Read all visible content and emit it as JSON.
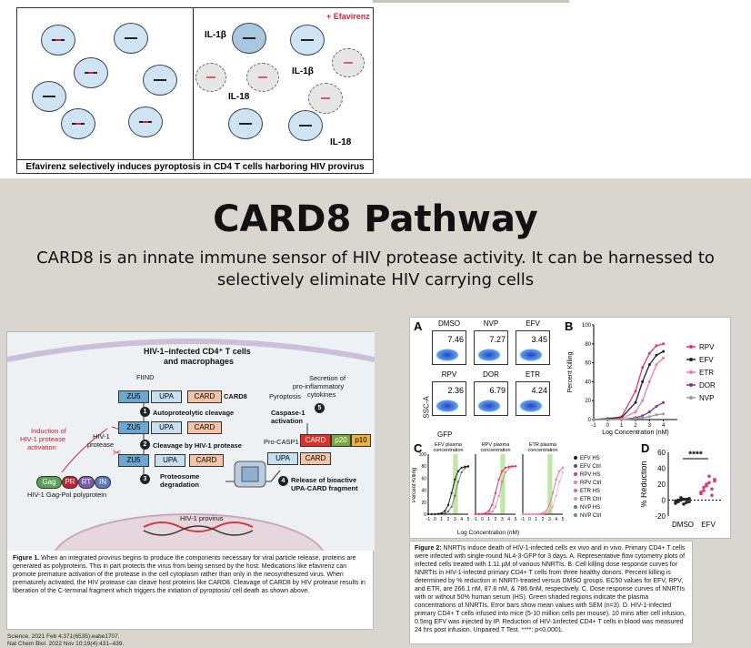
{
  "top_figure": {
    "efavirenz_label": "+ Efavirenz",
    "il1b_labels": [
      "IL-1β",
      "IL-1β"
    ],
    "il18_labels": [
      "IL-18",
      "IL-18"
    ],
    "caption": "Efavirenz selectively induces pyroptosis in CD4 T cells harboring HIV provirus"
  },
  "title": "CARD8 Pathway",
  "subtitle": "CARD8 is an innate immune sensor of HIV protease activity. It can be harnessed to selectively eliminate HIV carrying cells",
  "left_figure": {
    "heading_line1": "HIV-1–infected CD4⁺ T cells",
    "heading_line2": "and macrophages",
    "fiind": "FIIND",
    "zu5": "ZU5",
    "upa": "UPA",
    "card": "CARD",
    "card8": "CARD8",
    "step1": "1",
    "step1_text": "Autoproteolytic cleavage",
    "step2": "2",
    "step2_text": "Cleavage by HIV-1 protease",
    "step3": "3",
    "step3_text_line1": "Proteosome",
    "step3_text_line2": "degradation",
    "step4": "4",
    "step4_text_line1": "Release of bioactive",
    "step4_text_line2": "UPA-CARD fragment",
    "step5": "5",
    "pyroptosis": "Pyroptosis",
    "secretion_line1": "Secretion of",
    "secretion_line2": "pro-inflammatory",
    "secretion_line3": "cytokines",
    "caspase_line1": "Caspase-1",
    "caspase_line2": "activation",
    "pro_casp1": "Pro-CASP1",
    "p20": "p20",
    "p10": "p10",
    "hiv_protease_line1": "HIV-1",
    "hiv_protease_line2": "protease",
    "induction_line1": "Induction of",
    "induction_line2": "HIV-1 protease",
    "induction_line3": "activation",
    "gag": "Gag",
    "pr": "PR",
    "rt": "RT",
    "in": "IN",
    "gagpol_label": "HIV-1 Gag-Pol polyprotein",
    "provirus": "HIV-1 provirus",
    "caption_bold": "Figure 1.",
    "caption": " When an integrated provirus begins to produce the components necessary for viral particle release, proteins are generated as polyproteins. This in part protects the virus from being sensed by the host. Medications like efavirenz can promote premature activation of the protease in the cell cytoplasm rather than only in the neosynthesized virus. When prematurely activated, the HIV protease can cleave host proteins like CARD8. Cleavage of CARD8 by HIV protease results in liberation of the C-terminal fragment which triggers the initiation of pyroptosis/ cell death as shown above."
  },
  "references": [
    "Science. 2021 Feb 4;371(6535):eabe1707.",
    "Nat Chem Biol. 2022 Nov 10;19(4):431–439."
  ],
  "right_figure": {
    "panel_a": "A",
    "panel_b": "B",
    "panel_c": "C",
    "panel_d": "D",
    "flow": [
      {
        "label": "DMSO",
        "value": "7.46"
      },
      {
        "label": "NVP",
        "value": "7.27"
      },
      {
        "label": "EFV",
        "value": "3.45"
      },
      {
        "label": "RPV",
        "value": "2.36"
      },
      {
        "label": "DOR",
        "value": "6.79"
      },
      {
        "label": "ETR",
        "value": "4.24"
      }
    ],
    "ssc_label": "SSC-A",
    "gfp_label": "GFP",
    "caption_bold": "Figure 2:",
    "caption": " NNRTIs induce death of HIV-1-infected cells ex vivo and in vivo. Primary CD4+ T cells were infected with single-round NL4-3-GFP for 3 days. A. Representative flow cytometry plots of infected cells treated with 1.11 µM of various NNRTIs. B. Cell killing dose response curves for NNRTIs in HIV-1-infected primary CD4+ T cells from three healthy donors. Percent killing is determined by % reduction in NNRTI-treated versus DMSO groups. EC50 values for EFV, RPV, and ETR, are 266.1 nM, 87.8 nM, & 786.6nM, respectively. C. Dose response curves of NNRTIs with or without 50% human serum (HS). Green shaded regions indicate the plasma concentrations of NNRTIs. Error bars show mean values with SEM (n=3). D. HIV-1-infected primary CD4+ T cells infused into mice (5-10 million cells per mouse). 10 mins after cell infusion, 0.5mg EFV was injected by IP. Reduction of HIV-1infected CD4+ T cells in blood was measured 24 hrs post infusion. Unpaired T Test. ****: p<0.0001."
  },
  "chart_data": [
    {
      "type": "line",
      "panel": "B",
      "xlabel": "Log Concentration (nM)",
      "ylabel": "Percent Killing",
      "xlim": [
        -1,
        5
      ],
      "ylim": [
        0,
        100
      ],
      "x_ticks": [
        -1,
        0,
        1,
        2,
        3,
        4
      ],
      "y_ticks": [
        0,
        20,
        40,
        60,
        80,
        100
      ],
      "legend": "right",
      "x": [
        -1,
        0,
        1,
        2,
        2.5,
        3,
        3.5,
        4
      ],
      "series": [
        {
          "name": "RPV",
          "color": "#e8336a",
          "values": [
            0,
            1,
            3,
            30,
            55,
            70,
            78,
            80
          ]
        },
        {
          "name": "EFV",
          "color": "#222222",
          "values": [
            0,
            1,
            2,
            18,
            40,
            58,
            68,
            72
          ]
        },
        {
          "name": "ETR",
          "color": "#f07aa0",
          "values": [
            0,
            0,
            1,
            8,
            20,
            40,
            58,
            65
          ]
        },
        {
          "name": "DOR",
          "color": "#7a3a8a",
          "values": [
            0,
            0,
            0,
            2,
            4,
            8,
            14,
            18
          ]
        },
        {
          "name": "NVP",
          "color": "#9a9a9a",
          "values": [
            0,
            0,
            0,
            1,
            2,
            3,
            5,
            6
          ]
        }
      ]
    },
    {
      "type": "line",
      "panel": "C",
      "xlabel": "Log Concentration (nM)",
      "ylabel": "Percent Killing",
      "subplots": [
        "EFV plasma concentration",
        "RPV plasma concentration",
        "ETR plasma concentration"
      ],
      "x_ticks": [
        -1,
        0,
        1,
        2,
        3,
        4,
        5
      ],
      "y_ticks": [
        0,
        20,
        40,
        60,
        80,
        100
      ],
      "legend": [
        "EFV HS",
        "EFV Ctrl",
        "RPV HS",
        "RPV Ctrl",
        "ETR HS",
        "ETR Ctrl",
        "NVP HS",
        "NVP Ctrl"
      ]
    },
    {
      "type": "scatter",
      "panel": "D",
      "ylabel": "% Reduction",
      "categories": [
        "DMSO",
        "EFV"
      ],
      "ylim": [
        -20,
        60
      ],
      "y_ticks": [
        -20,
        0,
        20,
        40,
        60
      ],
      "significance": "****"
    }
  ]
}
